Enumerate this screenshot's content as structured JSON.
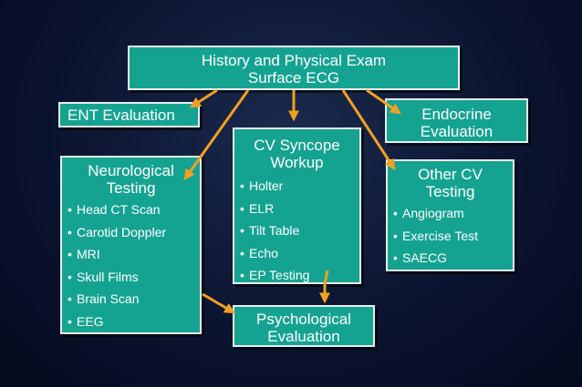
{
  "top": {
    "lines": [
      "History and Physical Exam",
      "Surface ECG"
    ]
  },
  "ent": {
    "label": "ENT Evaluation"
  },
  "endocrine": {
    "lines": [
      "Endocrine",
      "Evaluation"
    ]
  },
  "neuro": {
    "lines": [
      "Neurological",
      "Testing"
    ],
    "items": [
      "Head CT Scan",
      "Carotid Doppler",
      "MRI",
      "Skull Films",
      "Brain Scan",
      "EEG"
    ]
  },
  "cv": {
    "lines": [
      "CV Syncope",
      "Workup"
    ],
    "items": [
      "Holter",
      "ELR",
      "Tilt Table",
      "Echo",
      "EP Testing"
    ]
  },
  "other": {
    "lines": [
      "Other CV",
      "Testing"
    ],
    "items": [
      "Angiogram",
      "Exercise Test",
      "SAECG"
    ]
  },
  "psych": {
    "lines": [
      "Psychological",
      "Evaluation"
    ]
  },
  "bullet": "•",
  "colors": {
    "box": "#15a391",
    "border": "#e8eef0",
    "arrow": "#f0a020",
    "text": "#ffffff"
  }
}
